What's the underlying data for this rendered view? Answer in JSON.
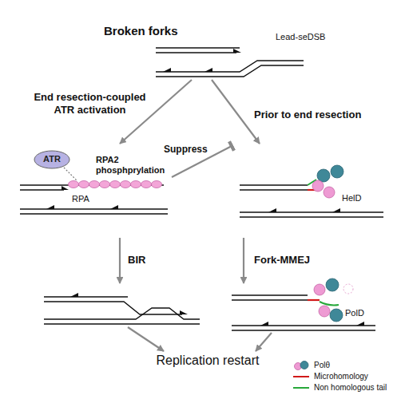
{
  "diagram": {
    "nodes": [
      {
        "text": [
          "Broken forks",
          "Lead-seDSB"
        ]
      },
      {
        "text": [
          "End resection-coupled ATR activation",
          "RPA2 phosphprylation",
          "RPA"
        ]
      },
      {
        "text": [
          "ATR"
        ],
        "in": 1
      },
      {
        "text": [
          "Prior to end resection",
          "HelD"
        ]
      },
      {
        "text": [
          "BIR"
        ]
      },
      {
        "text": [
          "Fork-MMEJ",
          "PolD"
        ]
      },
      {
        "text": [
          "Replication restart"
        ]
      }
    ],
    "edges": [
      {
        "from": 0,
        "to": 1,
        "arrow": "to"
      },
      {
        "from": 0,
        "to": 3,
        "arrow": "to"
      },
      {
        "from": 1,
        "to": 3,
        "arrow": "to",
        "label": "Suppress"
      },
      {
        "from": 1,
        "to": 4,
        "arrow": "to"
      },
      {
        "from": 3,
        "to": 5,
        "arrow": "to"
      },
      {
        "from": 4,
        "to": 6,
        "arrow": "to"
      },
      {
        "from": 5,
        "to": 6,
        "arrow": "to"
      }
    ],
    "legend": [
      {
        "text": "Polθ"
      },
      {
        "text": "Microhomology"
      },
      {
        "text": "Non homologous tail"
      }
    ]
  }
}
